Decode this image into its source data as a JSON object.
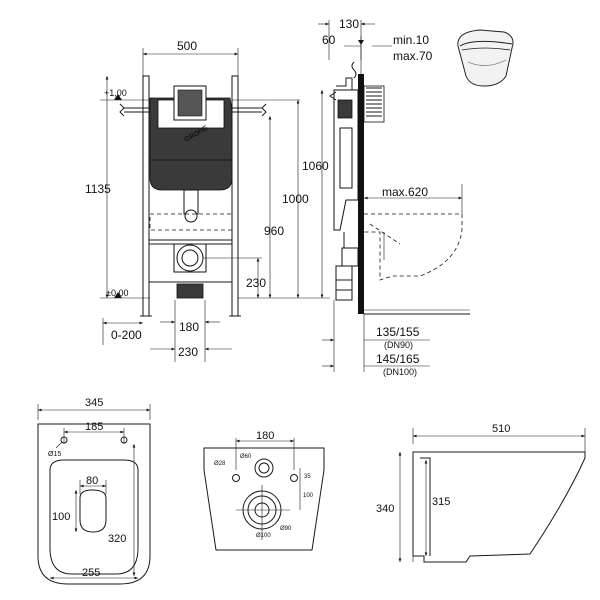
{
  "dims": {
    "frame_width": "500",
    "wall_depth": "130",
    "offset_60": "60",
    "min_10": "min.10",
    "max_70": "max.70",
    "plus_100": "+1,00",
    "height_1135": "1135",
    "height_1060": "1060",
    "height_1000": "1000",
    "height_960": "960",
    "zero": "±0,00",
    "height_230": "230",
    "range_0_200": "0-200",
    "width_180": "180",
    "width_230": "230",
    "max_620": "max.620",
    "dn90_size": "135/155",
    "dn90": "(DN90)",
    "dn100_size": "145/165",
    "dn100": "(DN100)"
  },
  "bowl_top": {
    "width_345": "345",
    "holes_185": "185",
    "hole_15": "Ø15",
    "opening_80": "80",
    "opening_100": "100",
    "length_320": "320",
    "rim_255": "255"
  },
  "bowl_side": {
    "length_510": "510",
    "height_340": "340",
    "height_315": "315"
  },
  "bowl_rear": {
    "spacing_180": "180",
    "d28": "Ø28",
    "d60": "Ø60",
    "v35": "35",
    "v100": "100",
    "d90": "Ø90",
    "d100": "Ø100"
  },
  "brand": {
    "logo": "GROHE"
  }
}
